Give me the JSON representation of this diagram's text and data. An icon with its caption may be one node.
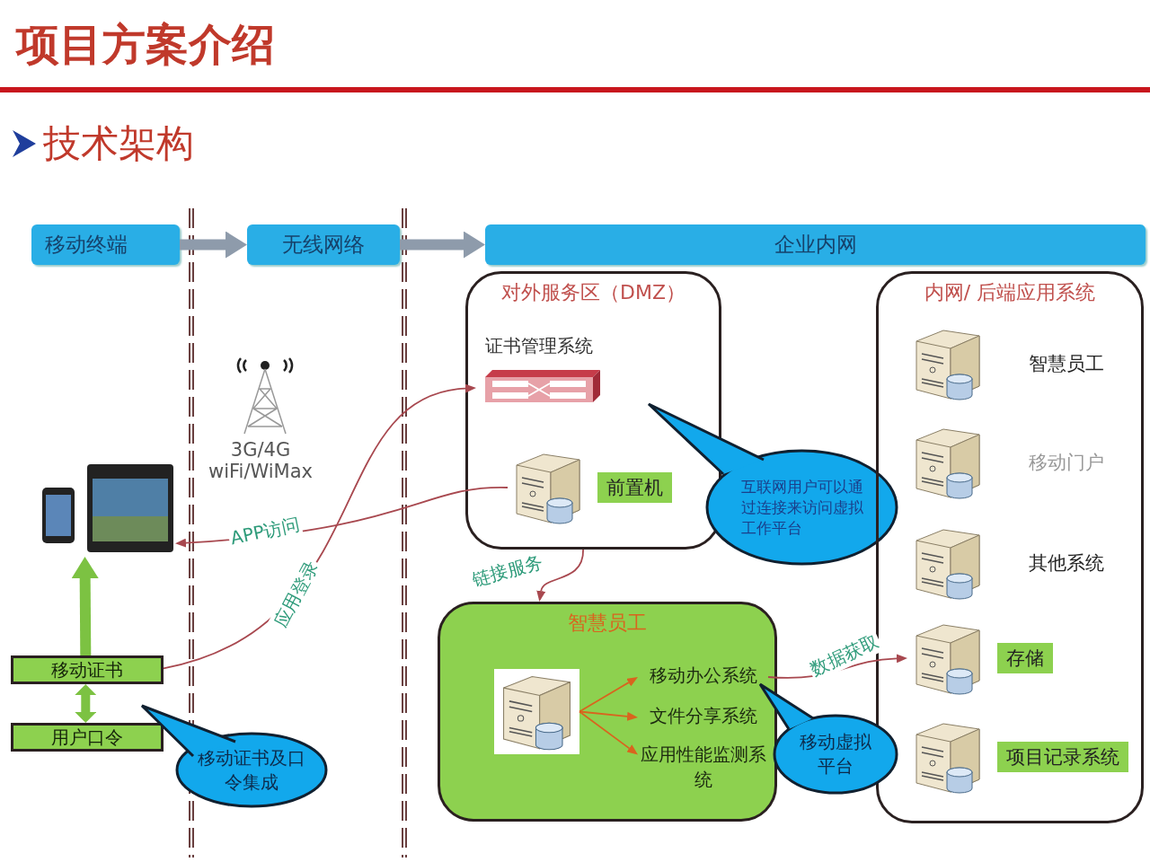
{
  "diagram": {
    "title": "项目方案介绍",
    "nodes": [
      {
        "text": [
          "移动终端"
        ]
      },
      {
        "text": [
          "无线网络"
        ]
      },
      {
        "text": [
          "企业内网"
        ]
      },
      {
        "text": [
          "对外服务区（DMZ）"
        ]
      },
      {
        "text": [
          "证书管理系统"
        ],
        "in": 3
      },
      {
        "text": [
          "前置机"
        ],
        "in": 3
      },
      {
        "text": [
          "互联网用户可以通过连接来访问虚拟工作平台"
        ]
      },
      {
        "text": [
          "内网/ 后端应用系统"
        ]
      },
      {
        "text": [
          "智慧员工"
        ],
        "in": 7
      },
      {
        "text": [
          "移动门户"
        ],
        "in": 7
      },
      {
        "text": [
          "其他系统"
        ],
        "in": 7
      },
      {
        "text": [
          "存储"
        ],
        "in": 7
      },
      {
        "text": [
          "项目记录系统"
        ],
        "in": 7
      },
      {
        "text": [
          "智慧员工"
        ]
      },
      {
        "text": [],
        "shape": "picture",
        "in": 13
      },
      {
        "text": [
          "移动办公系统"
        ],
        "in": 13
      },
      {
        "text": [
          "文件分享系统"
        ],
        "in": 13
      },
      {
        "text": [
          "应用性能监测系统"
        ],
        "in": 13
      },
      {
        "text": [
          "移动虚拟平台"
        ]
      },
      {
        "text": [
          "3G/4G wiFi/WiMax"
        ]
      },
      {
        "text": [],
        "shape": "picture"
      },
      {
        "text": [
          "移动证书"
        ]
      },
      {
        "text": [
          "用户口令"
        ]
      },
      {
        "text": [
          "移动证书及口令集成"
        ]
      }
    ],
    "edges": [
      {
        "from": 0,
        "to": 1,
        "arrow": "to",
        "style": "thick",
        "color": "#8e9bab"
      },
      {
        "from": 1,
        "to": 2,
        "arrow": "to",
        "style": "thick",
        "color": "#8e9bab"
      },
      {
        "from": 21,
        "to": 4,
        "arrow": "to",
        "label": "应用登录"
      },
      {
        "from": 5,
        "to": 20,
        "arrow": "to",
        "label": "APP访问"
      },
      {
        "from": 3,
        "to": 13,
        "arrow": "to",
        "label": "链接服务"
      },
      {
        "from": 14,
        "to": 15,
        "arrow": "to",
        "color": "#d9641e"
      },
      {
        "from": 14,
        "to": 16,
        "arrow": "to",
        "color": "#d9641e"
      },
      {
        "from": 14,
        "to": 17,
        "arrow": "to",
        "color": "#d9641e"
      },
      {
        "from": 15,
        "to": 11,
        "arrow": "to",
        "label": "数据获取"
      },
      {
        "from": 21,
        "to": 20,
        "arrow": "to",
        "style": "thick",
        "color": "#7cc242"
      },
      {
        "from": 21,
        "to": 22,
        "arrow": "both",
        "style": "thick",
        "color": "#7cc242"
      }
    ],
    "labels": [
      "技术架构"
    ]
  }
}
